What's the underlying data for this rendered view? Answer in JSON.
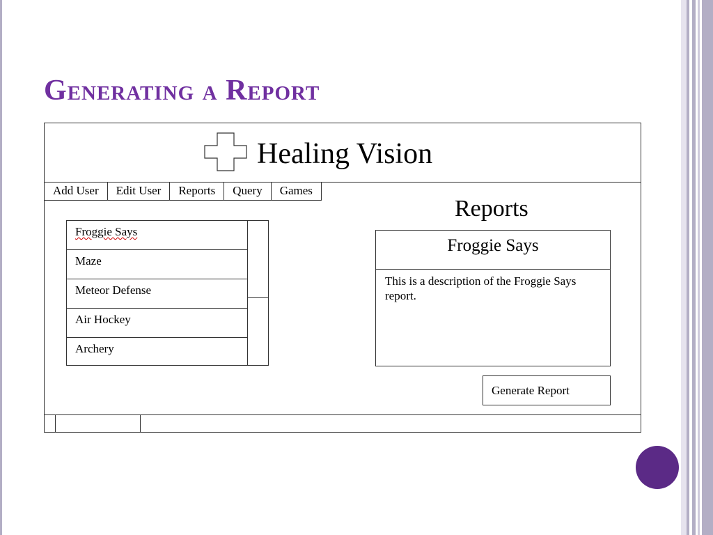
{
  "slide": {
    "title": "Generating a Report",
    "accent_color": "#7030a0",
    "circle_color": "#5b2a86"
  },
  "app": {
    "title": "Healing Vision",
    "logo_icon": "medical-cross-icon"
  },
  "tabs": [
    {
      "label": "Add User"
    },
    {
      "label": "Edit User"
    },
    {
      "label": "Reports"
    },
    {
      "label": "Query"
    },
    {
      "label": "Games"
    }
  ],
  "games": [
    {
      "label": "Froggie Says"
    },
    {
      "label": "Maze"
    },
    {
      "label": "Meteor Defense"
    },
    {
      "label": "Air Hockey"
    },
    {
      "label": "Archery"
    }
  ],
  "reports": {
    "heading": "Reports",
    "selected_title": "Froggie Says",
    "description": "This is a description of the Froggie Says report.",
    "generate_label": "Generate Report"
  }
}
